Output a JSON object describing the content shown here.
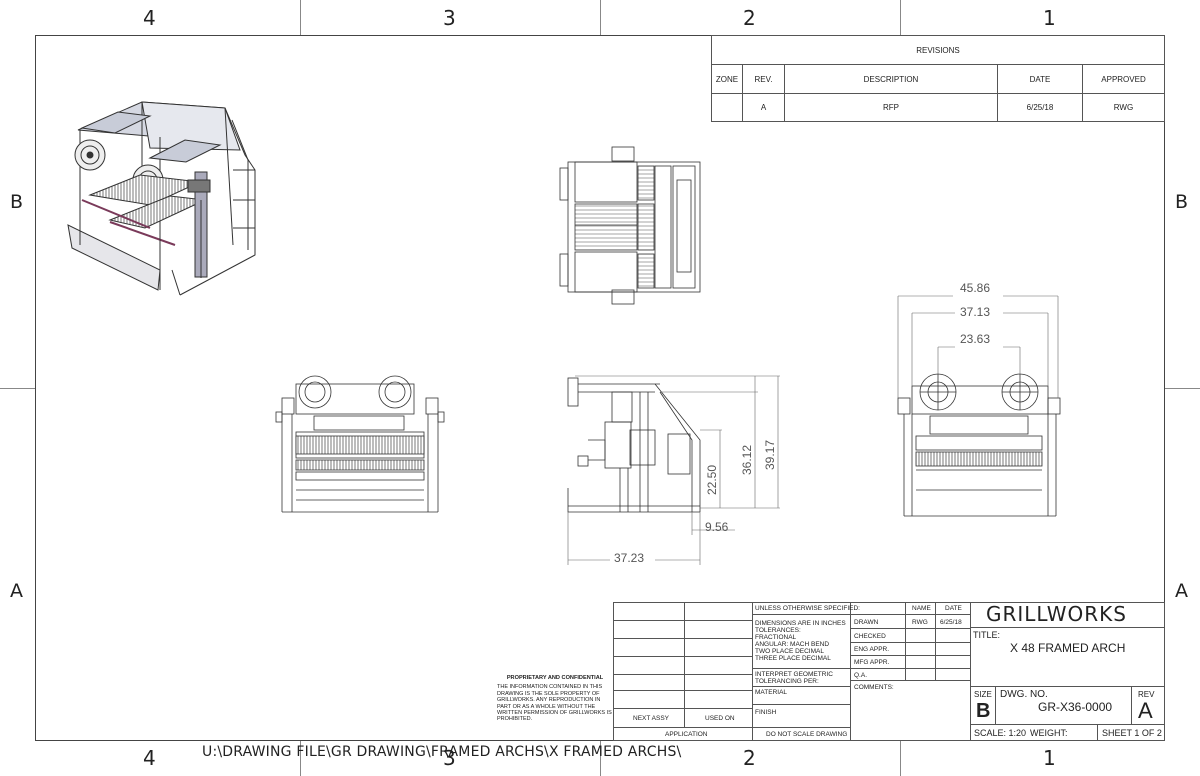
{
  "zones": {
    "columns": [
      "4",
      "3",
      "2",
      "1"
    ],
    "rows": [
      "B",
      "A"
    ]
  },
  "revisions": {
    "title": "REVISIONS",
    "headers": [
      "ZONE",
      "REV.",
      "DESCRIPTION",
      "DATE",
      "APPROVED"
    ],
    "rows": [
      {
        "zone": "",
        "rev": "A",
        "description": "RFP",
        "date": "6/25/18",
        "approved": "RWG"
      }
    ]
  },
  "dimensions": {
    "top_overall": "45.86",
    "top_mid": "37.13",
    "top_inner": "23.63",
    "height_overall": "39.17",
    "height_mid": "36.12",
    "height_lower": "22.50",
    "depth_small": "9.56",
    "depth_overall": "37.23"
  },
  "title_block": {
    "unless_specified": "UNLESS OTHERWISE SPECIFIED:",
    "name_hdr": "NAME",
    "date_hdr": "DATE",
    "company": "GRILLWORKS",
    "dims_note": [
      "DIMENSIONS ARE IN INCHES",
      "TOLERANCES:",
      "FRACTIONAL",
      "ANGULAR: MACH      BEND",
      "TWO PLACE DECIMAL",
      "THREE PLACE DECIMAL"
    ],
    "geometric_note": [
      "INTERPRET GEOMETRIC",
      "TOLERANCING PER:"
    ],
    "material_label": "MATERIAL",
    "finish_label": "FINISH",
    "do_not_scale": "DO NOT SCALE DRAWING",
    "next_assy": "NEXT ASSY",
    "used_on": "USED ON",
    "application": "APPLICATION",
    "drawn_label": "DRAWN",
    "drawn_name": "RWG",
    "drawn_date": "6/25/18",
    "checked_label": "CHECKED",
    "eng_label": "ENG APPR.",
    "mfg_label": "MFG APPR.",
    "qa_label": "Q.A.",
    "comments_label": "COMMENTS:",
    "title_label": "TITLE:",
    "title_value": "X 48 FRAMED ARCH",
    "size_label": "SIZE",
    "size_value": "B",
    "dwg_label": "DWG.  NO.",
    "dwg_value": "GR-X36-0000",
    "rev_label": "REV",
    "rev_value": "A",
    "scale": "SCALE: 1:20",
    "weight": "WEIGHT:",
    "sheet": "SHEET 1 OF 2"
  },
  "proprietary": {
    "heading": "PROPRIETARY AND CONFIDENTIAL",
    "body": "THE INFORMATION CONTAINED IN THIS DRAWING IS THE SOLE PROPERTY OF GRILLWORKS. ANY REPRODUCTION IN PART OR AS A WHOLE WITHOUT THE WRITTEN PERMISSION OF GRILLWORKS IS PROHIBITED."
  },
  "file_path": "U:\\DRAWING FILE\\GR DRAWING\\FRAMED ARCHS\\X FRAMED ARCHS\\"
}
